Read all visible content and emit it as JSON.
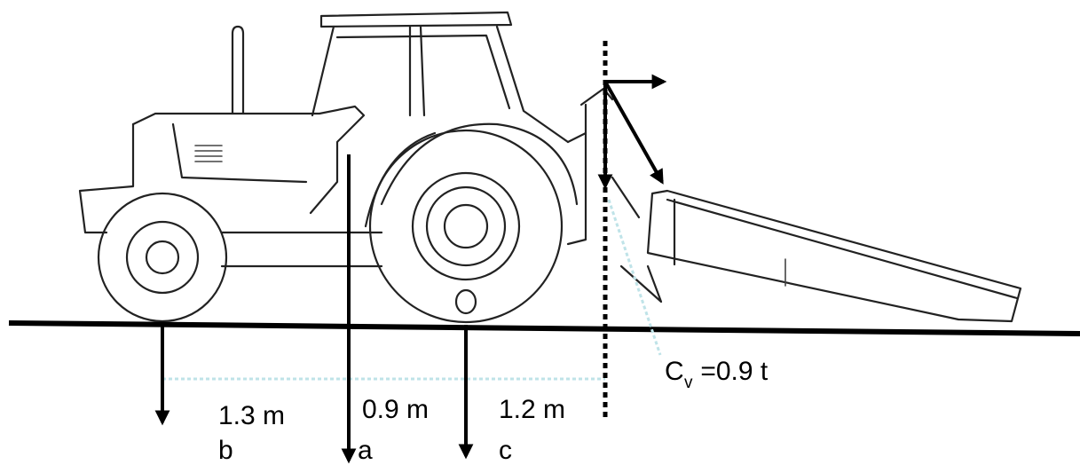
{
  "distances": {
    "rear_to_a": "1.3 m",
    "a_to_c": "0.9 m",
    "c_to_hitch": "1.2 m"
  },
  "loads": {
    "b": "b",
    "a": "a",
    "c": "c"
  },
  "implement_load": {
    "prefix": "C",
    "subscript": "v",
    "value": " =0.9 t"
  },
  "colors": {
    "ink": "#000000",
    "dotted_ref": "#bfe3e8",
    "drawing": "#222222"
  }
}
